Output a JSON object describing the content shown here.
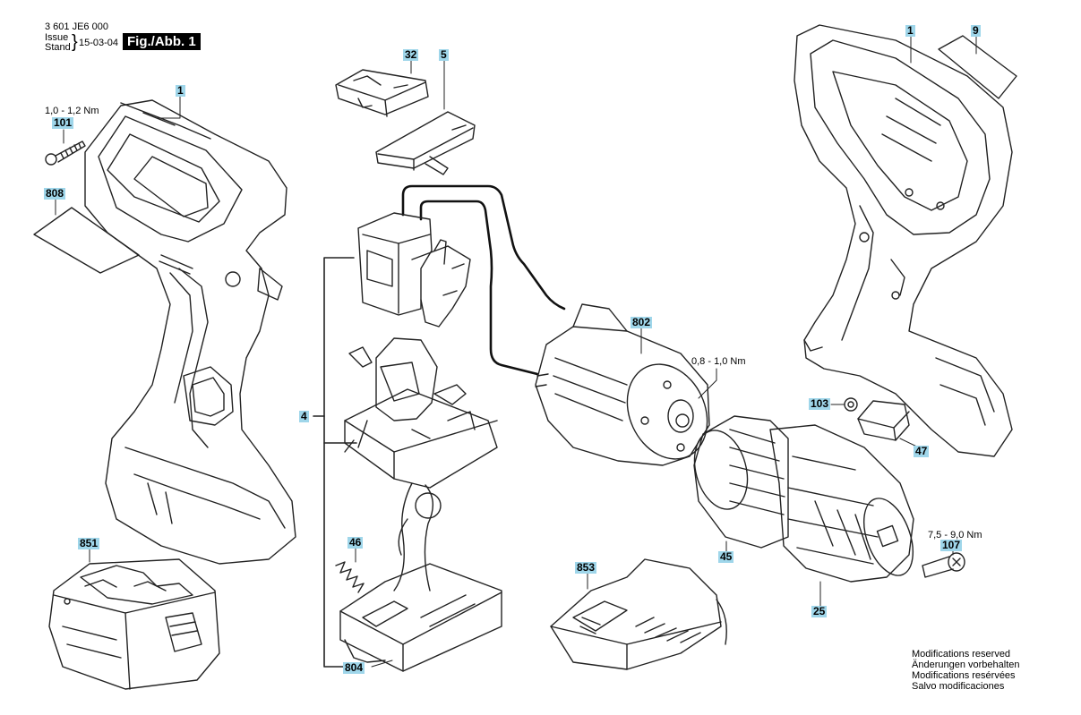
{
  "header": {
    "part_number": "3 601 JE6 000",
    "issue_label": "Issue",
    "stand_label": "Stand",
    "brace": "}",
    "date": "15-03-04",
    "figure": "Fig./Abb. 1"
  },
  "callouts": {
    "c1_left": "1",
    "c101": "101",
    "c808": "808",
    "c851": "851",
    "c32": "32",
    "c5": "5",
    "c4": "4",
    "c46": "46",
    "c804": "804",
    "c802": "802",
    "c853": "853",
    "c45": "45",
    "c25": "25",
    "c1_right": "1",
    "c9": "9",
    "c103": "103",
    "c47": "47",
    "c107": "107"
  },
  "torque": {
    "t101": "1,0 - 1,2 Nm",
    "t802": "0,8 - 1,0 Nm",
    "t107": "7,5 - 9,0 Nm"
  },
  "modifications": {
    "en": "Modifications reserved",
    "de": "Änderungen vorbehalten",
    "fr": "Modifications resérvées",
    "es": "Salvo modificaciones"
  }
}
